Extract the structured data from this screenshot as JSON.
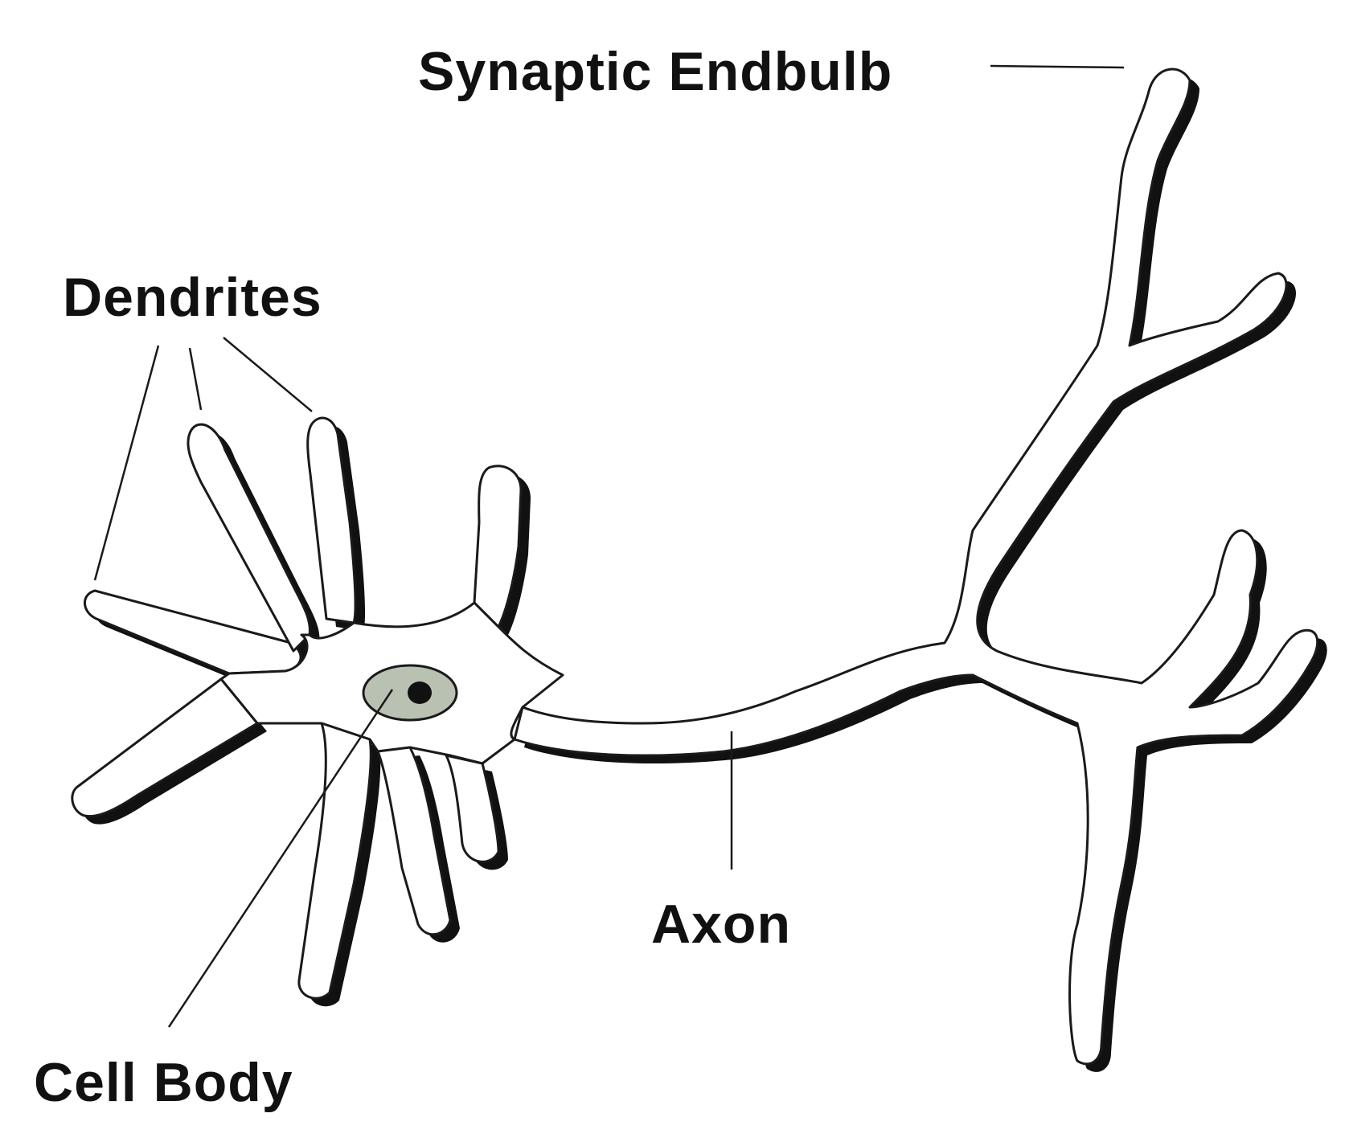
{
  "labels": {
    "synaptic_endbulb": "Synaptic Endbulb",
    "dendrites": "Dendrites",
    "axon": "Axon",
    "cell_body": "Cell Body"
  },
  "colors": {
    "outline": "#1a1a1a",
    "shadow": "#111111",
    "nucleus_fill": "#b9c2b2",
    "nucleolus": "#111111",
    "background": "#ffffff"
  }
}
